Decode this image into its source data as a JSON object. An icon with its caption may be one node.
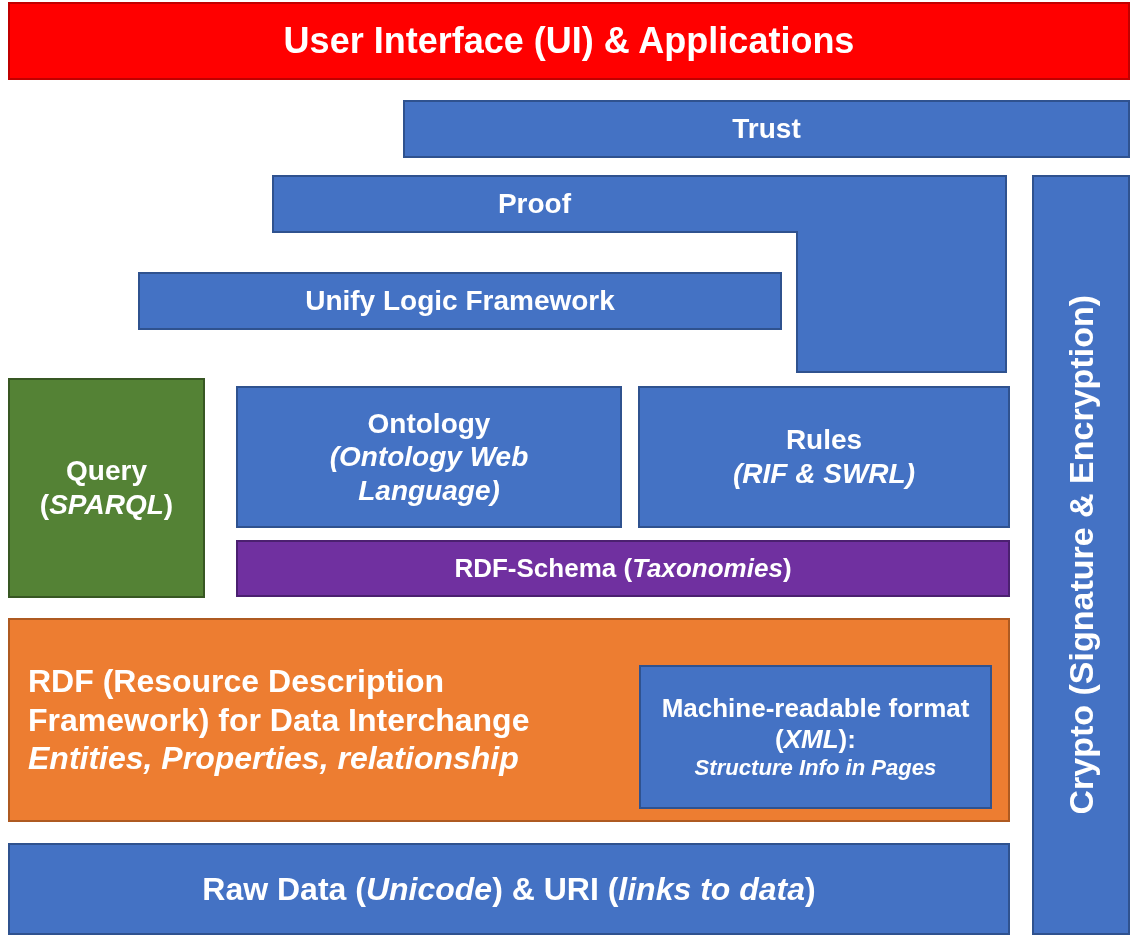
{
  "diagram": {
    "nodes": [
      {
        "text": [
          "User Interface (UI) & Applications"
        ]
      },
      {
        "text": [
          "Trust"
        ]
      },
      {
        "text": [
          "Proof"
        ]
      },
      {
        "text": [
          "Crypto (Signature & Encryption)"
        ]
      },
      {
        "text": [
          "Unify Logic Framework"
        ]
      },
      {
        "text": [
          "Query (*SPARQL*)"
        ]
      },
      {
        "text": [
          "Ontology",
          "(Ontology Web Language)"
        ]
      },
      {
        "text": [
          "Rules",
          "(RIF & SWRL)"
        ]
      },
      {
        "text": [
          "RDF-Schema (*Taxonomies*)"
        ]
      },
      {
        "text": [
          "RDF (Resource Description Framework) for Data Interchange",
          "Entities, Properties, relationship"
        ]
      },
      {
        "text": [
          "Machine-readable format (*XML*):",
          "Structure Info in Pages"
        ],
        "in": 9
      },
      {
        "text": [
          "Raw Data (*Unicode*) & URI (*links to data*)"
        ]
      }
    ]
  }
}
